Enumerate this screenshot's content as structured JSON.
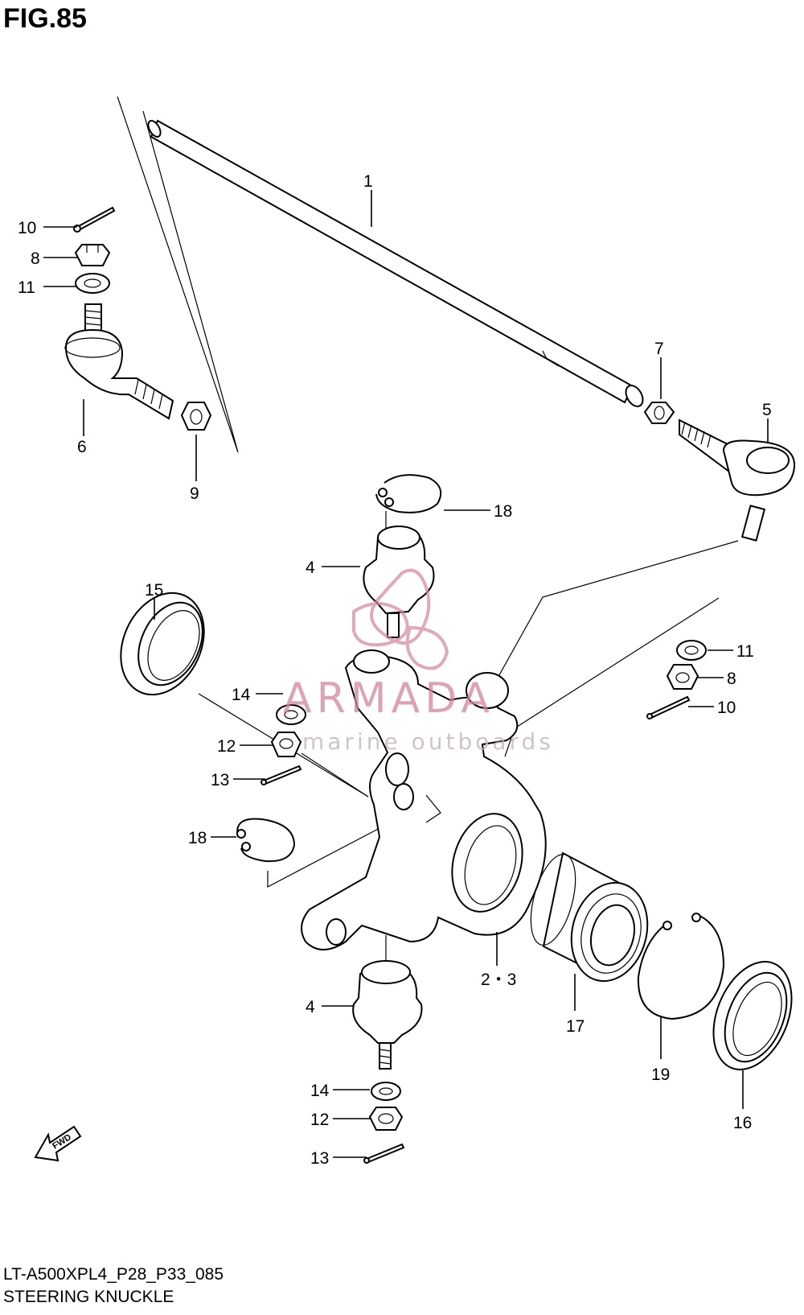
{
  "figure": {
    "title": "FIG.85",
    "code": "LT-A500XPL4_P28_P33_085",
    "caption": "STEERING KNUCKLE"
  },
  "watermark": {
    "brand": "ARMADA",
    "tagline": "marine outboards",
    "color": "#d4849e"
  },
  "fwd_badge": "FWD",
  "callouts": [
    {
      "id": "c1",
      "label": "1"
    },
    {
      "id": "c5",
      "label": "5"
    },
    {
      "id": "c6",
      "label": "6"
    },
    {
      "id": "c7",
      "label": "7"
    },
    {
      "id": "c8a",
      "label": "8"
    },
    {
      "id": "c8b",
      "label": "8"
    },
    {
      "id": "c9",
      "label": "9"
    },
    {
      "id": "c10a",
      "label": "10"
    },
    {
      "id": "c10b",
      "label": "10"
    },
    {
      "id": "c11a",
      "label": "11"
    },
    {
      "id": "c11b",
      "label": "11"
    },
    {
      "id": "c4a",
      "label": "4"
    },
    {
      "id": "c4b",
      "label": "4"
    },
    {
      "id": "c18a",
      "label": "18"
    },
    {
      "id": "c18b",
      "label": "18"
    },
    {
      "id": "c15",
      "label": "15"
    },
    {
      "id": "c14a",
      "label": "14"
    },
    {
      "id": "c14b",
      "label": "14"
    },
    {
      "id": "c12a",
      "label": "12"
    },
    {
      "id": "c12b",
      "label": "12"
    },
    {
      "id": "c13a",
      "label": "13"
    },
    {
      "id": "c13b",
      "label": "13"
    },
    {
      "id": "c23",
      "label": "2・3"
    },
    {
      "id": "c17",
      "label": "17"
    },
    {
      "id": "c19",
      "label": "19"
    },
    {
      "id": "c16",
      "label": "16"
    }
  ]
}
